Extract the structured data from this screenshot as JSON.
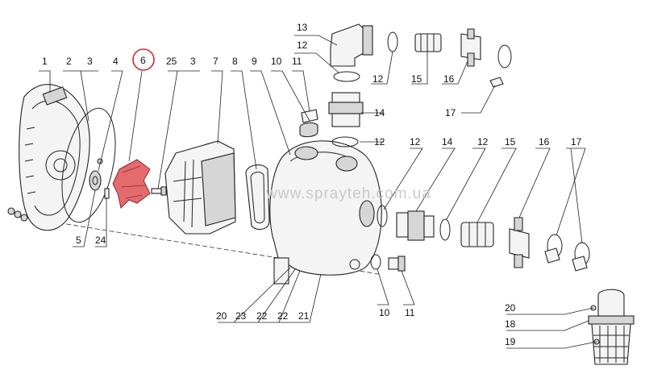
{
  "watermark": "www.sprayteh.com.ua",
  "highlight_color": "#e46a6e",
  "highlight_circle_color": "#d42a2a",
  "callouts": {
    "c1": "1",
    "c2": "2",
    "c3a": "3",
    "c4": "4",
    "c6": "6",
    "c25": "25",
    "c3b": "3",
    "c7": "7",
    "c8": "8",
    "c9": "9",
    "c10a": "10",
    "c11a": "11",
    "c13": "13",
    "c12a": "12",
    "c12b": "12",
    "c15a": "15",
    "c16a": "16",
    "c17a": "17",
    "c14a": "14",
    "c12c": "12",
    "c12d": "12",
    "c14b": "14",
    "c12e": "12",
    "c15b": "15",
    "c16b": "16",
    "c17b": "17",
    "c5": "5",
    "c24": "24",
    "c10b": "10",
    "c11b": "11",
    "c20a": "20",
    "c23": "23",
    "c22a": "22",
    "c22b": "22",
    "c21": "21",
    "c20b": "20",
    "c18": "18",
    "c19": "19"
  }
}
